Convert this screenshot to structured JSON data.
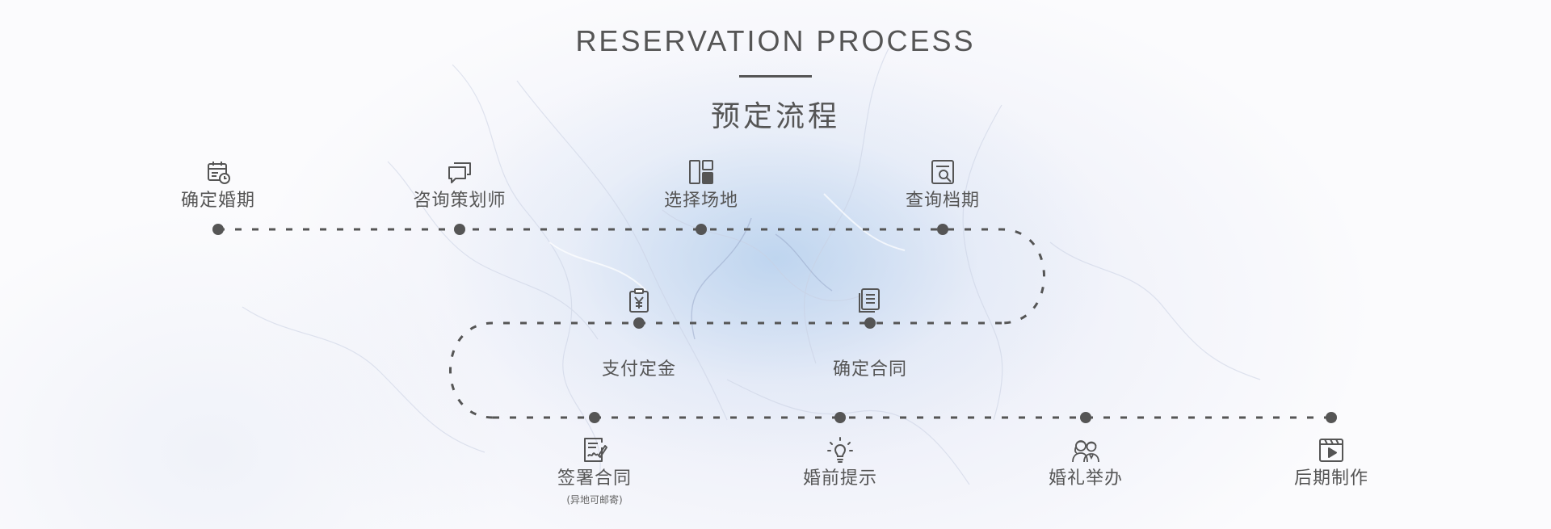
{
  "header": {
    "title_en": "RESERVATION PROCESS",
    "title_zh": "预定流程"
  },
  "colors": {
    "line": "#555555",
    "dot": "#555555",
    "text": "#555555",
    "accent_glow": "#b0cdec"
  },
  "steps": [
    {
      "label": "确定婚期",
      "icon": "calendar-clock-icon"
    },
    {
      "label": "咨询策划师",
      "icon": "chat-bubbles-icon"
    },
    {
      "label": "选择场地",
      "icon": "layout-grid-icon"
    },
    {
      "label": "查询档期",
      "icon": "document-search-icon"
    },
    {
      "label": "确定合同",
      "icon": "document-stack-icon"
    },
    {
      "label": "支付定金",
      "icon": "clipboard-yen-icon"
    },
    {
      "label": "签署合同",
      "icon": "document-sign-icon",
      "note": "(异地可邮寄)"
    },
    {
      "label": "婚前提示",
      "icon": "lightbulb-icon"
    },
    {
      "label": "婚礼举办",
      "icon": "couple-icon"
    },
    {
      "label": "后期制作",
      "icon": "video-play-icon"
    }
  ]
}
